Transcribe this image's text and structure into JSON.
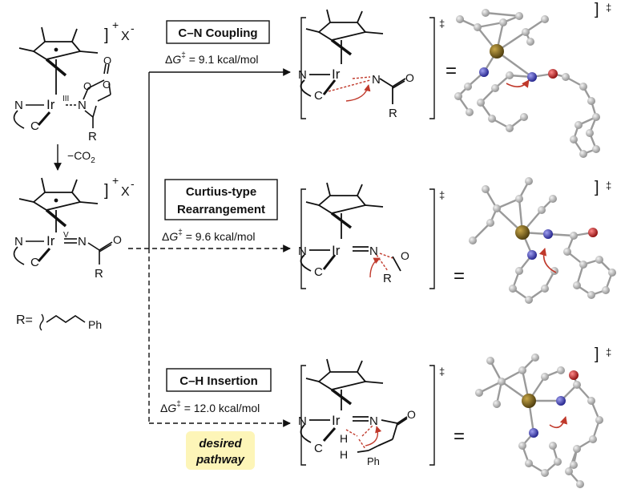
{
  "start_complex": {
    "metal": "Ir",
    "ox_state": "III",
    "charge": "+",
    "counterion": "X",
    "counterion_charge": "-",
    "n_label": "N",
    "c_label": "C",
    "ring_n_label": "N",
    "ring_o1": "O",
    "ring_o2": "O",
    "ring_o3": "O",
    "r_label": "R"
  },
  "co2_step": {
    "minus": "−",
    "co": "CO",
    "sub": "2"
  },
  "nitrene_complex": {
    "metal": "Ir",
    "ox_state": "V",
    "charge": "+",
    "counterion": "X",
    "counterion_charge": "-",
    "n_label": "N",
    "c_label": "C",
    "imido_n": "N",
    "o_label": "O",
    "r_label": "R"
  },
  "r_definition": {
    "r_eq": "R=",
    "ph": "Ph"
  },
  "pathways": [
    {
      "title_lines": [
        "C–N Coupling"
      ],
      "dg_value": " = 9.1 kcal/mol"
    },
    {
      "title_lines": [
        "Curtius-type",
        "Rearrangement"
      ],
      "dg_value": " = 9.6 kcal/mol"
    },
    {
      "title_lines": [
        "C–H Insertion"
      ],
      "dg_value": " = 12.0 kcal/mol"
    }
  ],
  "dg_symbol": {
    "delta": "Δ",
    "g": "G",
    "dagger": "‡"
  },
  "desired": {
    "line1": "desired",
    "line2": "pathway",
    "color": "#fdf5b8"
  },
  "ts_common": {
    "metal": "Ir",
    "n_label": "N",
    "c_label": "C",
    "dagger": "‡",
    "equals": "="
  },
  "ts_labels": {
    "ts1": {
      "o": "O",
      "r": "R"
    },
    "ts2": {
      "o": "O",
      "r": "R"
    },
    "ts3": {
      "o": "O",
      "h1": "H",
      "h2": "H",
      "ph": "Ph"
    }
  },
  "colors": {
    "red_arrow": "#c0392b",
    "ir_atom": "#6f5a1a",
    "n_atom": "#3a3aa8",
    "o_atom": "#c0181a",
    "c_atom": "#a8a8a8"
  }
}
